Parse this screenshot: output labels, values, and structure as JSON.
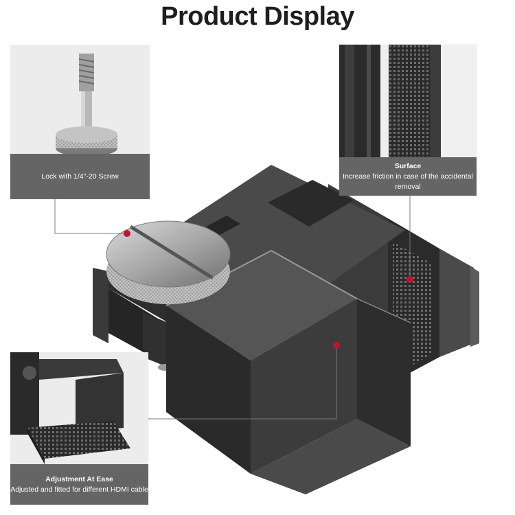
{
  "page": {
    "title": "Product Display"
  },
  "callouts": [
    {
      "id": "screw",
      "label": "Lock with 1/4\"-20 Screw"
    },
    {
      "id": "surface",
      "heading": "Surface",
      "text": "Increase friction in case of the accidental removal"
    },
    {
      "id": "adjust",
      "heading": "Adjustment At Ease",
      "text": "Adjusted and fitted for different HDMI cable"
    }
  ],
  "colors": {
    "caption_bg": "#656565",
    "marker": "#c8102e",
    "title": "#1e1e1e"
  }
}
